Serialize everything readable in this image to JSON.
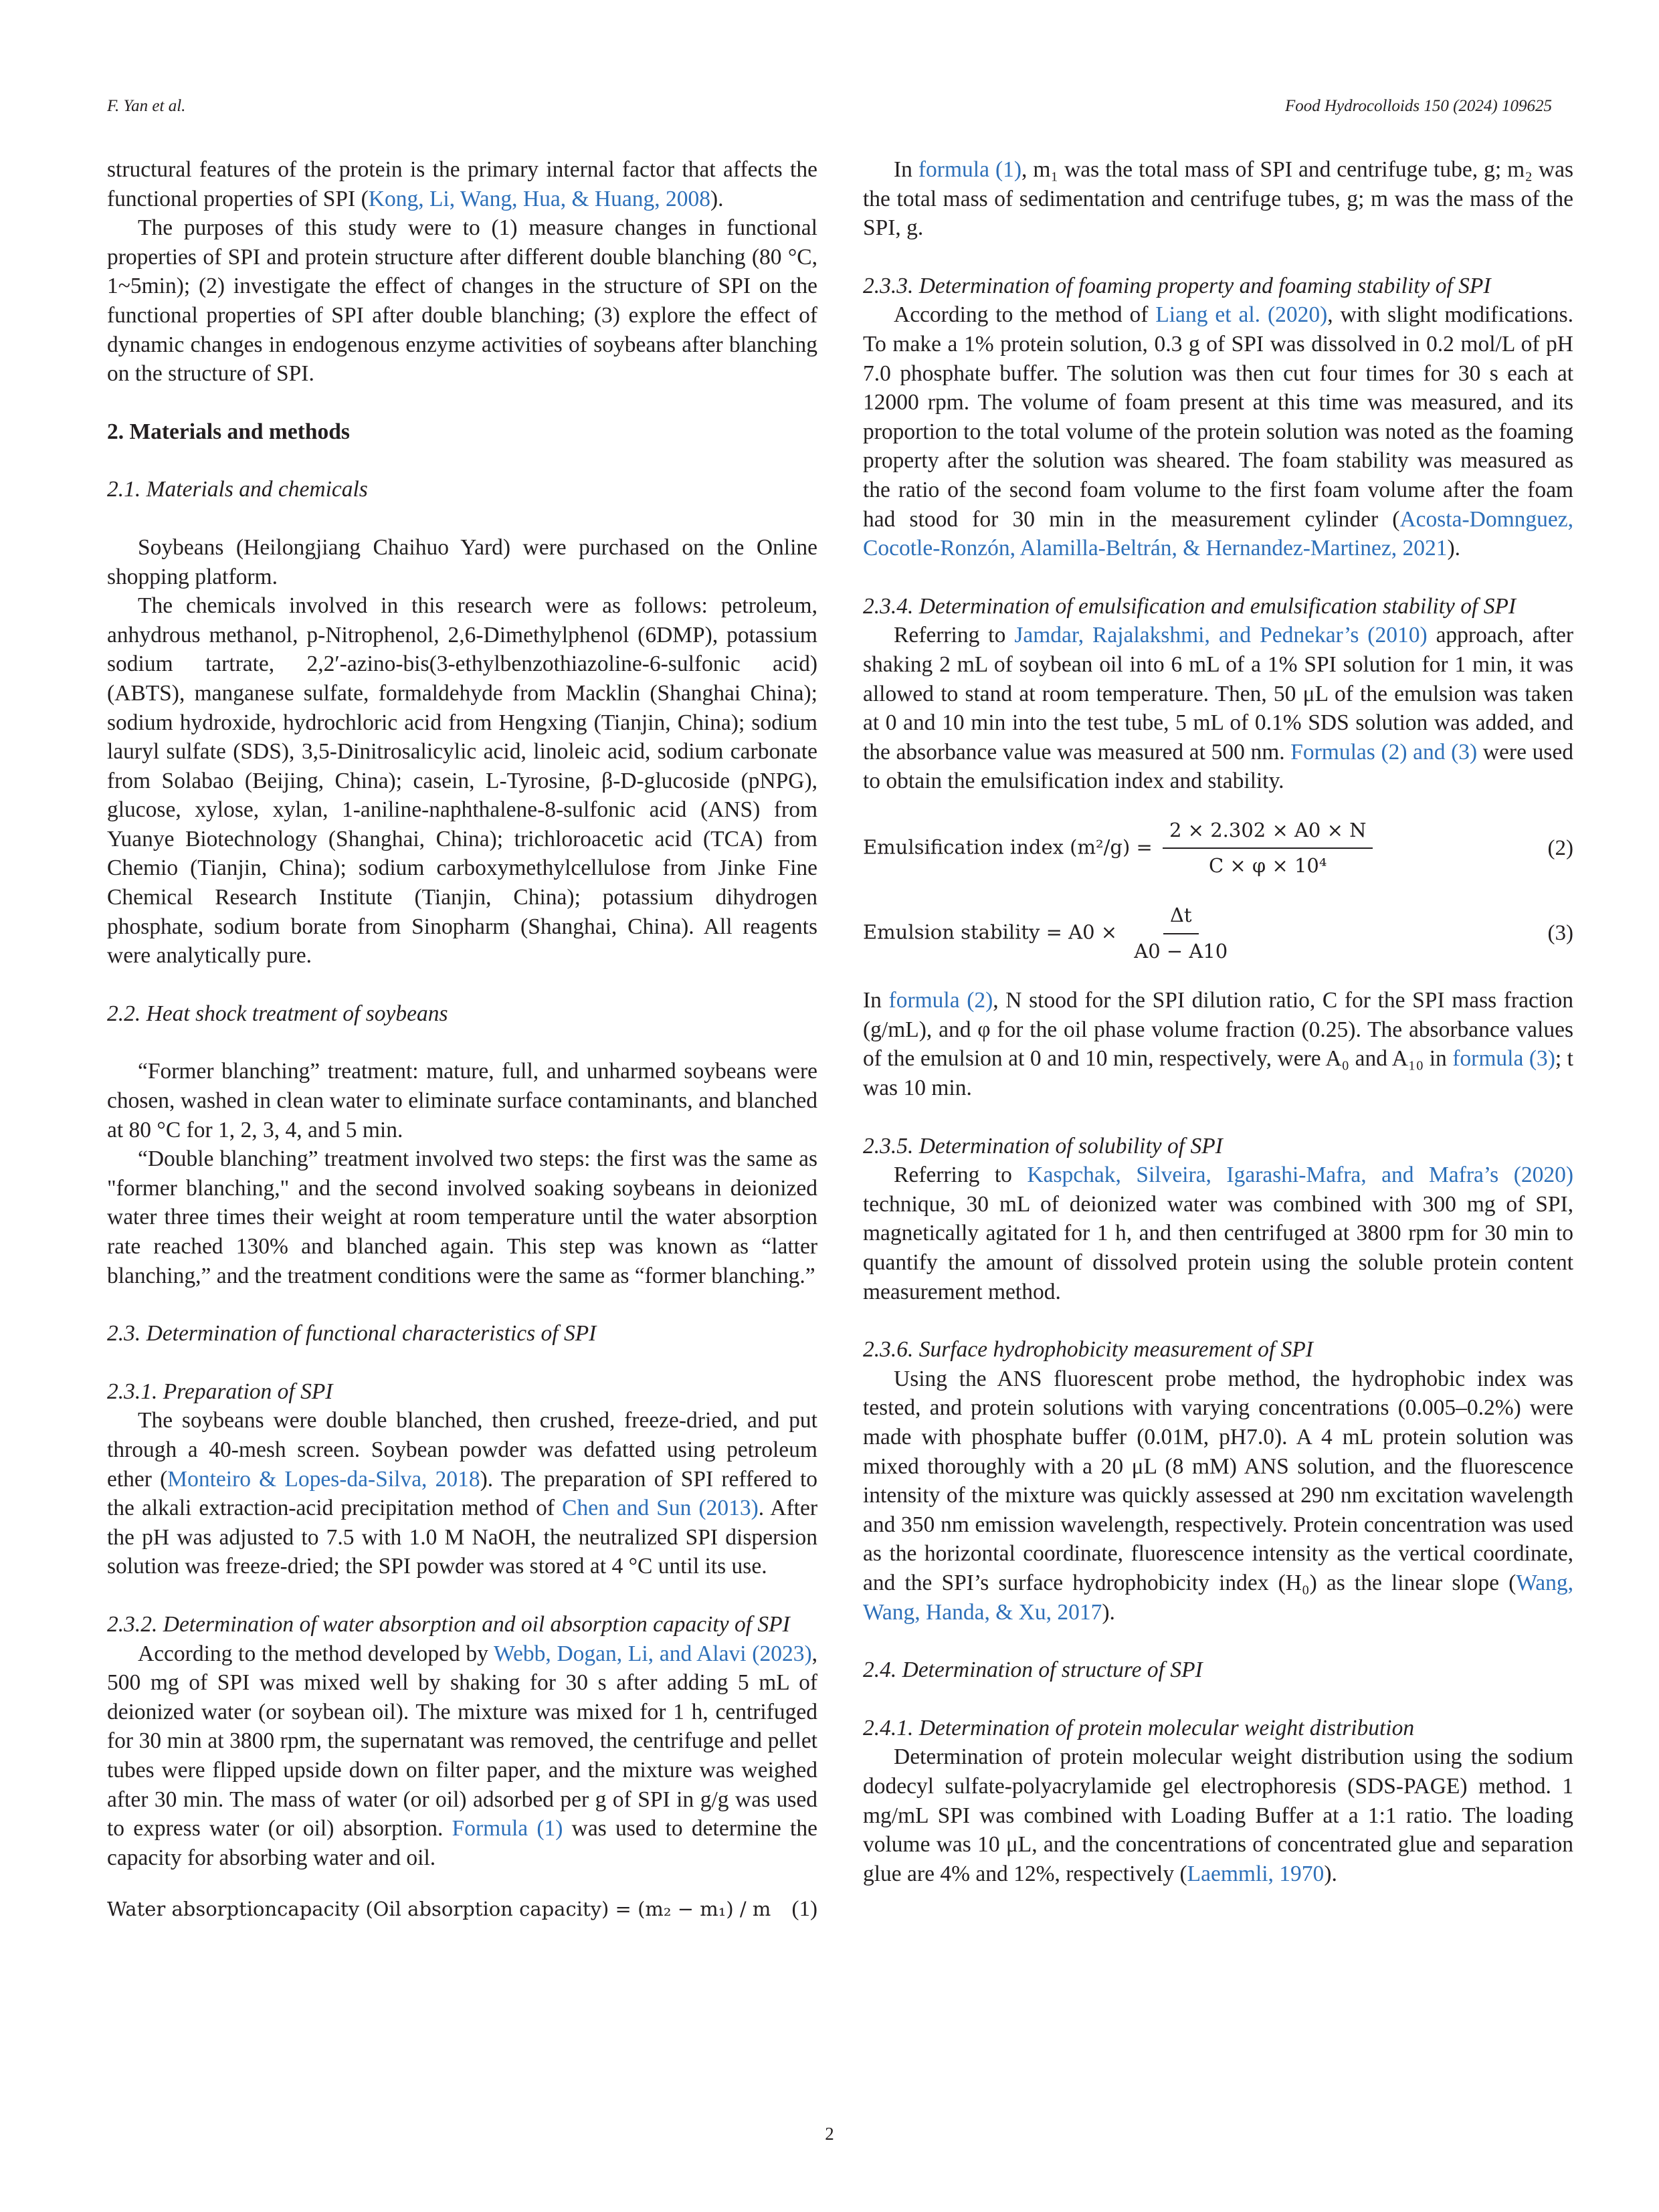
{
  "header": {
    "left": "F. Yan et al.",
    "right": "Food Hydrocolloids 150 (2024) 109625"
  },
  "page_number": "2",
  "left": {
    "intro_p1_a": "structural features of the protein is the primary internal factor that affects the functional properties of SPI (",
    "intro_p1_ref": "Kong, Li, Wang, Hua, & Huang, 2008",
    "intro_p1_b": ").",
    "intro_p2": "The purposes of this study were to (1) measure changes in functional properties of SPI and protein structure after different double blanching (80 °C, 1~5min); (2) investigate the effect of changes in the structure of SPI on the functional properties of SPI after double blanching; (3) explore the effect of dynamic changes in endogenous enzyme activities of soybeans after blanching on the structure of SPI.",
    "sec2": "2.  Materials and methods",
    "sec2_1": "2.1.  Materials and chemicals",
    "mat_p1": "Soybeans (Heilongjiang Chaihuo Yard) were purchased on the Online shopping platform.",
    "mat_p2": "The chemicals involved in this research were as follows: petroleum, anhydrous methanol, p-Nitrophenol, 2,6-Dimethylphenol (6DMP), potassium sodium tartrate, 2,2′-azino-bis(3-ethylbenzothiazoline-6-sulfonic acid) (ABTS), manganese sulfate, formaldehyde from Macklin (Shanghai China); sodium hydroxide, hydrochloric acid from Hengxing (Tianjin, China); sodium lauryl sulfate (SDS), 3,5-Dinitrosalicylic acid, linoleic acid, sodium carbonate from Solabao (Beijing, China); casein, L-Tyrosine, β-D-glucoside (pNPG), glucose, xylose, xylan, 1-aniline-naphthalene-8-sulfonic acid (ANS) from Yuanye Biotechnology (Shanghai, China); trichloroacetic acid (TCA) from Chemio (Tianjin, China); sodium carboxymethylcellulose from Jinke Fine Chemical Research Institute (Tianjin, China); potassium dihydrogen phosphate, sodium borate from Sinopharm (Shanghai, China). All reagents were analytically pure.",
    "sec2_2": "2.2.  Heat shock treatment of soybeans",
    "heat_p1": "“Former blanching” treatment: mature, full, and unharmed soybeans were chosen, washed in clean water to eliminate surface contaminants, and blanched at 80 °C for 1, 2, 3, 4, and 5 min.",
    "heat_p2": "“Double blanching” treatment involved two steps: the first was the same as \"former blanching,\" and the second involved soaking soybeans in deionized water three times their weight at room temperature until the water absorption rate reached 130% and blanched again. This step was known as “latter blanching,” and the treatment conditions were the same as “former blanching.”",
    "sec2_3": "2.3.  Determination of functional characteristics of SPI",
    "sec2_3_1": "2.3.1.  Preparation of SPI",
    "prep_a": "The soybeans were double blanched, then crushed, freeze-dried, and put through a 40-mesh screen. Soybean powder was defatted using petroleum ether (",
    "prep_ref1": "Monteiro & Lopes-da-Silva, 2018",
    "prep_b": "). The preparation of SPI reffered to the alkali extraction-acid precipitation method of ",
    "prep_ref2": "Chen and Sun (2013)",
    "prep_c": ". After the pH was adjusted to 7.5 with 1.0 M NaOH, the neutralized SPI dispersion solution was freeze-dried; the SPI powder was stored at 4 °C until its use.",
    "sec2_3_2": "2.3.2.  Determination of water absorption and oil absorption capacity of SPI",
    "water_a": "According to the method developed by ",
    "water_ref1": "Webb, Dogan, Li, and Alavi (2023)",
    "water_b": ", 500 mg of SPI was mixed well by shaking for 30 s after adding 5 mL of deionized water (or soybean oil). The mixture was mixed for 1 h, centrifuged for 30 min at 3800 rpm, the supernatant was removed, the centrifuge and pellet tubes were flipped upside down on filter paper, and the mixture was weighed after 30 min. The mass of water (or oil) adsorbed per g of SPI in g/g was used to express water (or oil) absorption. ",
    "water_ref2": "Formula (1)",
    "water_c": " was used to determine the capacity for absorbing water and oil.",
    "eq1": "Water absorptioncapacity (Oil absorption capacity) = (m₂ − m₁) / m",
    "eq1_num": "(1)"
  },
  "right": {
    "f1_a": "In ",
    "f1_ref": "formula (1)",
    "f1_b": ", m₁ was the total mass of SPI and centrifuge tube, g; m₂ was the total mass of sedimentation and centrifuge tubes, g; m was the mass of the SPI, g.",
    "sec2_3_3": "2.3.3.  Determination of foaming property and foaming stability of SPI",
    "foam_a": "According to the method of ",
    "foam_ref1": "Liang et al. (2020)",
    "foam_b": ", with slight modifications. To make a 1% protein solution, 0.3 g of SPI was dissolved in 0.2 mol/L of pH 7.0 phosphate buffer. The solution was then cut four times for 30 s each at 12000 rpm. The volume of foam present at this time was measured, and its proportion to the total volume of the protein solution was noted as the foaming property after the solution was sheared. The foam stability was measured as the ratio of the second foam volume to the first foam volume after the foam had stood for 30 min in the measurement cylinder (",
    "foam_ref2": "Acosta-Domnguez, Cocotle-Ronzón, Alamilla-Beltrán, & Hernandez-Martinez, 2021",
    "foam_c": ").",
    "sec2_3_4": "2.3.4.  Determination of emulsification and emulsification stability of SPI",
    "emul_a": "Referring to ",
    "emul_ref1": "Jamdar, Rajalakshmi, and Pednekar’s (2010)",
    "emul_b": " approach, after shaking 2 mL of soybean oil into 6 mL of a 1% SPI solution for 1 min, it was allowed to stand at room temperature. Then, 50 μL of the emulsion was taken at 0 and 10 min into the test tube, 5 mL of 0.1% SDS solution was added, and the absorbance value was measured at 500 nm. ",
    "emul_ref2": "Formulas (2) and (3)",
    "emul_c": " were used to obtain the emulsification index and stability.",
    "eq2_lhs": "Emulsification index (m²/g) =",
    "eq2_num_expr": "2 × 2.302 × A0 × N",
    "eq2_den_expr": "C × φ × 10⁴",
    "eq2_num": "(2)",
    "eq3_lhs": "Emulsion stability = A0 ×",
    "eq3_num_expr": "Δt",
    "eq3_den_expr": "A0 − A10",
    "eq3_num": "(3)",
    "f2_a": "In ",
    "f2_ref1": "formula (2)",
    "f2_b": ", N stood for the SPI dilution ratio, C for the SPI mass fraction (g/mL), and φ for the oil phase volume fraction (0.25). The absorbance values of the emulsion at 0 and 10 min, respectively, were A₀ and A₁₀ in ",
    "f2_ref2": "formula (3)",
    "f2_c": "; t was 10 min.",
    "sec2_3_5": "2.3.5.  Determination of solubility of SPI",
    "sol_a": "Referring to ",
    "sol_ref": "Kaspchak, Silveira, Igarashi-Mafra, and Mafra’s (2020)",
    "sol_b": " technique, 30 mL of deionized water was combined with 300 mg of SPI, magnetically agitated for 1 h, and then centrifuged at 3800 rpm for 30 min to quantify the amount of dissolved protein using the soluble protein content measurement method.",
    "sec2_3_6": "2.3.6.  Surface hydrophobicity measurement of SPI",
    "hyd_a": "Using the ANS fluorescent probe method, the hydrophobic index was tested, and protein solutions with varying concentrations (0.005–0.2%) were made with phosphate buffer (0.01M, pH7.0). A 4 mL protein solution was mixed thoroughly with a 20 μL (8 mM) ANS solution, and the fluorescence intensity of the mixture was quickly assessed at 290 nm excitation wavelength and 350 nm emission wavelength, respectively. Protein concentration was used as the horizontal coordinate, fluorescence intensity as the vertical coordinate, and the SPI’s surface hydrophobicity index (H₀) as the linear slope (",
    "hyd_ref": "Wang, Wang, Handa, & Xu, 2017",
    "hyd_b": ").",
    "sec2_4": "2.4.  Determination of structure of SPI",
    "sec2_4_1": "2.4.1.  Determination of protein molecular weight distribution",
    "mw_a": "Determination of protein molecular weight distribution using the sodium dodecyl sulfate-polyacrylamide gel electrophoresis (SDS-PAGE) method. 1 mg/mL SPI was combined with Loading Buffer at a 1:1 ratio. The loading volume was 10 μL, and the concentrations of concentrated glue and separation glue are 4% and 12%, respectively (",
    "mw_ref": "Laemmli, 1970",
    "mw_b": ")."
  }
}
